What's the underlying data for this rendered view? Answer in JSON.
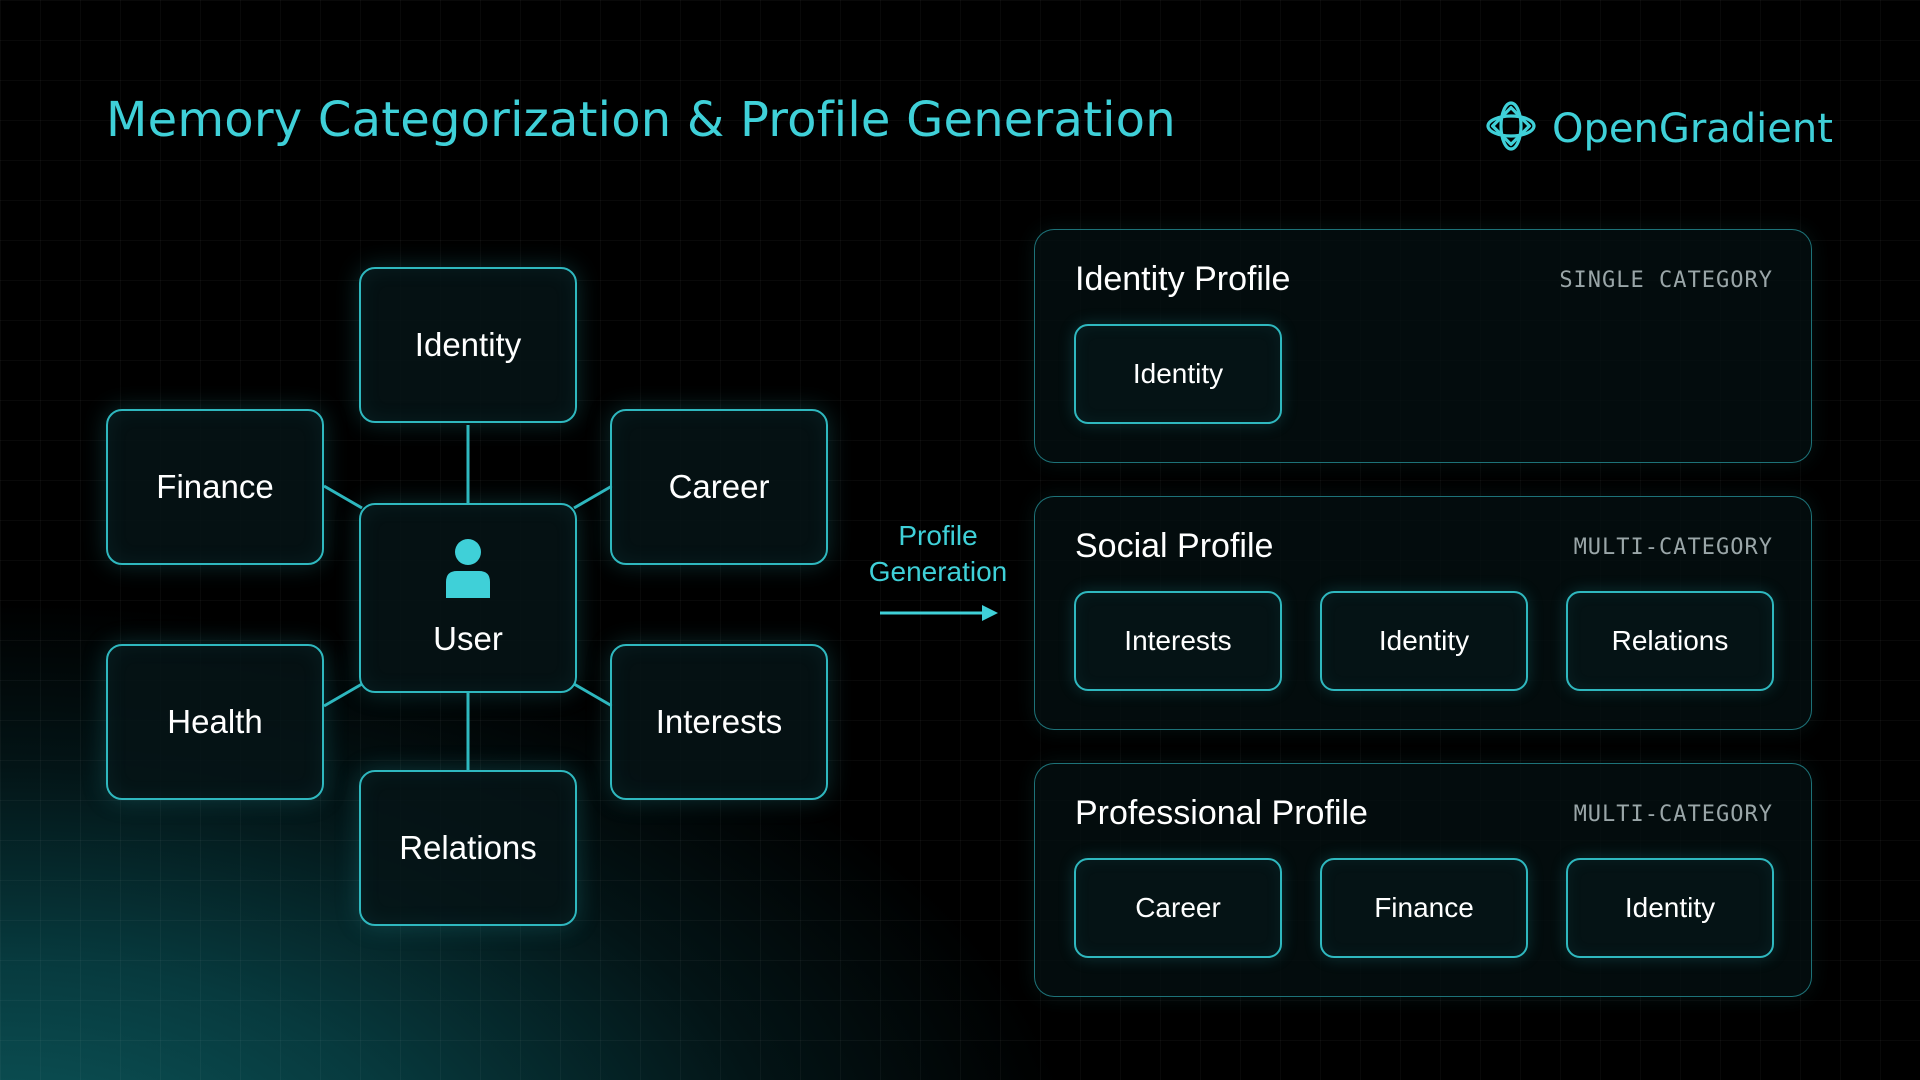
{
  "title": "Memory Categorization & Profile Generation",
  "brand": {
    "name": "OpenGradient",
    "icon": "opengradient-logo-icon"
  },
  "hub": {
    "label": "User",
    "icon": "user-icon"
  },
  "categories": {
    "identity": "Identity",
    "finance": "Finance",
    "career": "Career",
    "health": "Health",
    "interests": "Interests",
    "relations": "Relations"
  },
  "arrow": {
    "line1": "Profile",
    "line2": "Generation"
  },
  "profiles": [
    {
      "title": "Identity Profile",
      "tag": "SINGLE CATEGORY",
      "chips": [
        "Identity"
      ]
    },
    {
      "title": "Social Profile",
      "tag": "MULTI-CATEGORY",
      "chips": [
        "Interests",
        "Identity",
        "Relations"
      ]
    },
    {
      "title": "Professional Profile",
      "tag": "MULTI-CATEGORY",
      "chips": [
        "Career",
        "Finance",
        "Identity"
      ]
    }
  ],
  "colors": {
    "accent": "#3fd0d8",
    "border": "#2fb8bf",
    "tag": "#9aa6a8",
    "background": "#000000"
  }
}
